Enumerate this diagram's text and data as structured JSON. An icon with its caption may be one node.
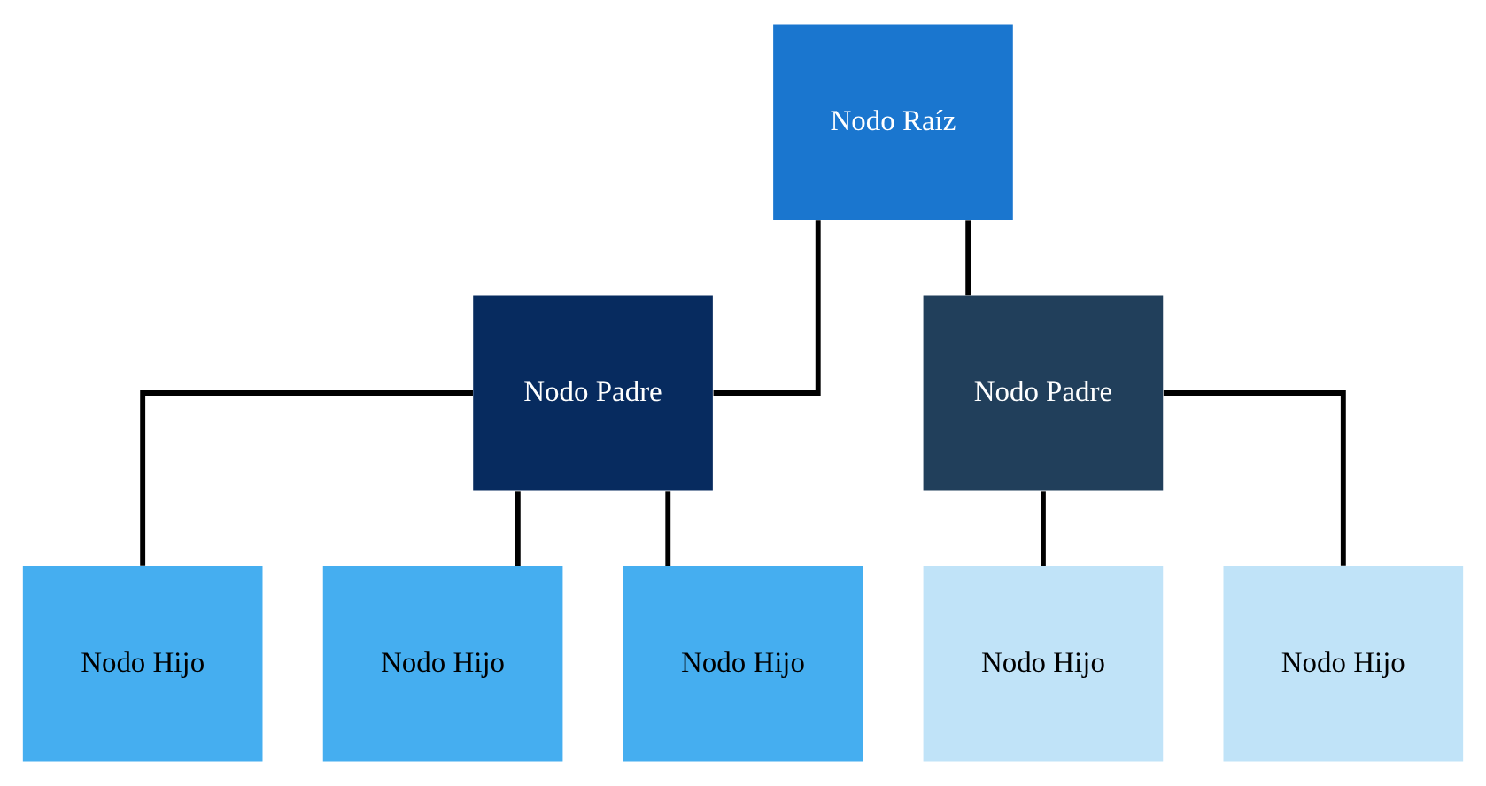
{
  "diagram": {
    "nodes": [
      {
        "text": [
          "Nodo Raíz"
        ]
      },
      {
        "text": [
          "Nodo Padre"
        ]
      },
      {
        "text": [
          "Nodo Padre"
        ]
      },
      {
        "text": [
          "Nodo Hijo"
        ]
      },
      {
        "text": [
          "Nodo Hijo"
        ]
      },
      {
        "text": [
          "Nodo Hijo"
        ]
      },
      {
        "text": [
          "Nodo Hijo"
        ]
      },
      {
        "text": [
          "Nodo Hijo"
        ]
      }
    ],
    "edges": [
      {
        "from": 0,
        "to": 1,
        "arrow": "none"
      },
      {
        "from": 0,
        "to": 2,
        "arrow": "none"
      },
      {
        "from": 1,
        "to": 3,
        "arrow": "none"
      },
      {
        "from": 1,
        "to": 4,
        "arrow": "none"
      },
      {
        "from": 1,
        "to": 5,
        "arrow": "none"
      },
      {
        "from": 2,
        "to": 6,
        "arrow": "none"
      },
      {
        "from": 2,
        "to": 7,
        "arrow": "none"
      }
    ]
  }
}
